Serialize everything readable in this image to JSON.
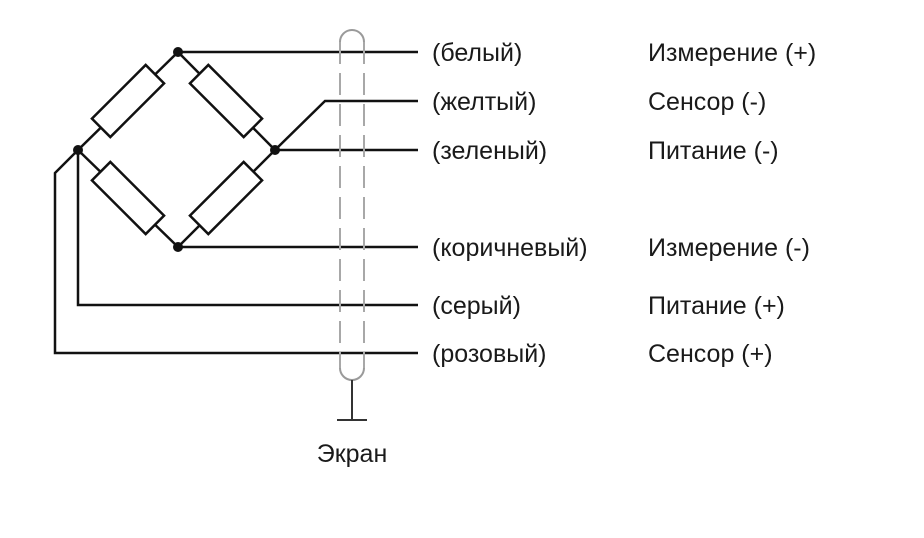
{
  "wires": [
    {
      "color": "(белый)",
      "function": "Измерение (+)"
    },
    {
      "color": "(желтый)",
      "function": "Сенсор (-)"
    },
    {
      "color": "(зеленый)",
      "function": "Питание (-)"
    },
    {
      "color": "(коричневый)",
      "function": "Измерение (-)"
    },
    {
      "color": "(серый)",
      "function": "Питание (+)"
    },
    {
      "color": "(розовый)",
      "function": "Сенсор (+)"
    }
  ],
  "shield_label": "Экран"
}
